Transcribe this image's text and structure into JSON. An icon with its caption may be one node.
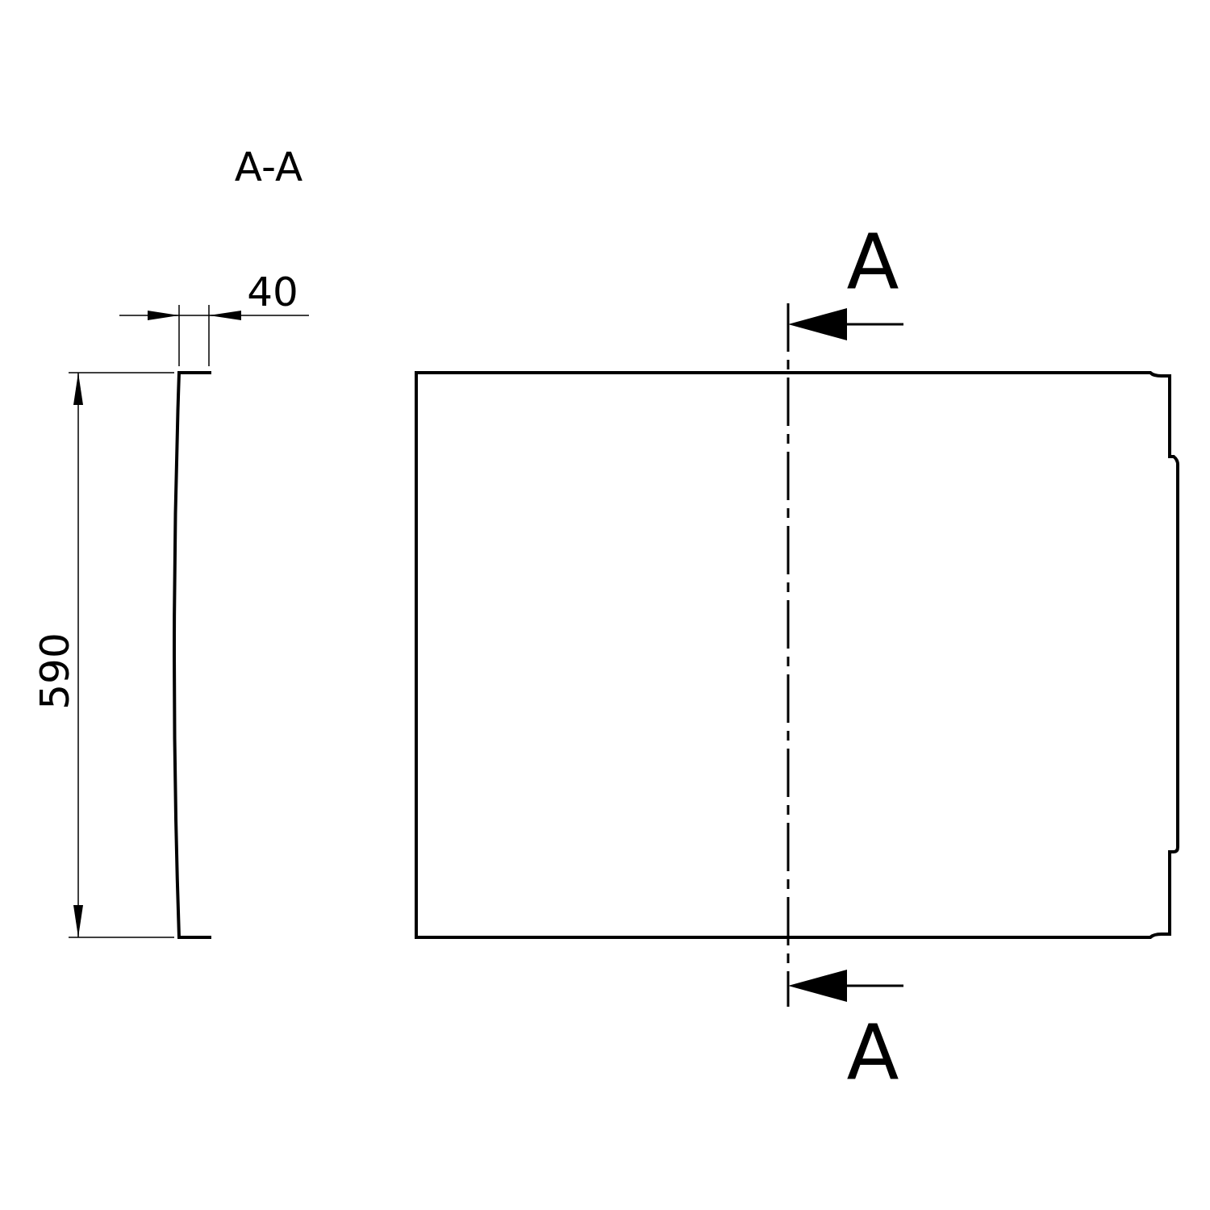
{
  "diagram": {
    "labels": [
      "A-A",
      "40",
      "590",
      "A",
      "A"
    ]
  }
}
